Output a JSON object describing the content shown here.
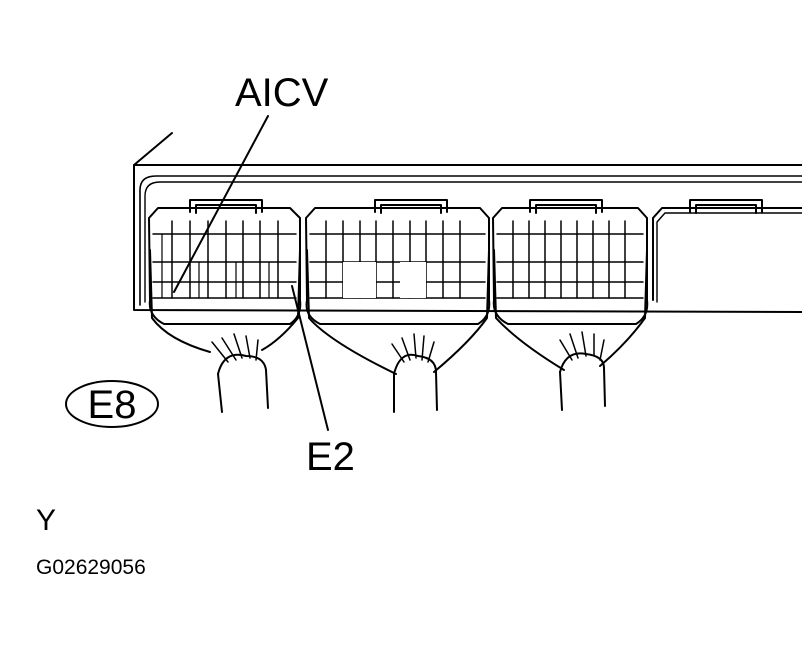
{
  "diagram": {
    "labels": {
      "aicv": "AICV",
      "e2": "E2",
      "connector_id": "E8",
      "y_mark": "Y",
      "figure_code": "G02629056"
    },
    "colors": {
      "ink": "#000000",
      "paper": "#ffffff"
    }
  }
}
